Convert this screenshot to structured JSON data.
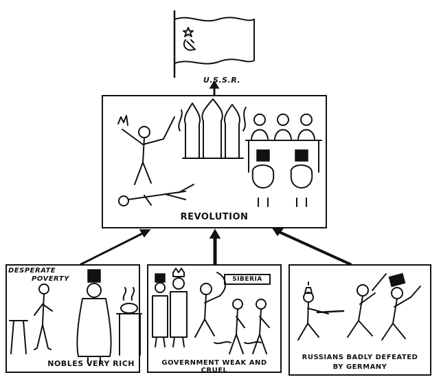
{
  "flag": {
    "label": "U.S.S.R."
  },
  "center": {
    "caption": "REVOLUTION"
  },
  "panels": [
    {
      "caption": "NOBLES VERY RICH",
      "top_label_1": "DESPERATE",
      "top_label_2": "POVERTY"
    },
    {
      "caption": "GOVERNMENT WEAK AND CRUEL",
      "sign": "SIBERIA"
    },
    {
      "caption_line1": "RUSSIANS BADLY DEFEATED",
      "caption_line2": "BY GERMANY"
    }
  ]
}
